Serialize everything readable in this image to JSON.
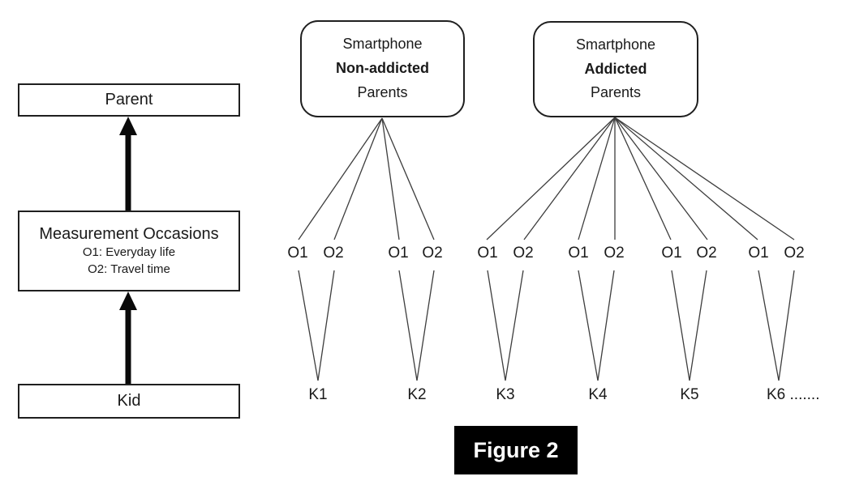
{
  "figure": {
    "caption": "Figure 2"
  },
  "hierarchy": {
    "parent_label": "Parent",
    "measurement": {
      "title": "Measurement Occasions",
      "occasion1": "O1: Everyday life",
      "occasion2": "O2: Travel time"
    },
    "kid_label": "Kid"
  },
  "groups": {
    "non_addicted": {
      "line1": "Smartphone",
      "line2": "Non-addicted",
      "line3": "Parents"
    },
    "addicted": {
      "line1": "Smartphone",
      "line2": "Addicted",
      "line3": "Parents"
    }
  },
  "occasions": [
    "O1",
    "O2",
    "O1",
    "O2",
    "O1",
    "O2",
    "O1",
    "O2",
    "O1",
    "O2",
    "O1",
    "O2"
  ],
  "kids": [
    "K1",
    "K2",
    "K3",
    "K4",
    "K5",
    "K6 ......."
  ],
  "colors": {
    "line": "#3d3d3d",
    "arrow": "#0a0a0a",
    "box_border": "#1f1f1f",
    "caption_bg": "#000000",
    "caption_text": "#ffffff"
  }
}
